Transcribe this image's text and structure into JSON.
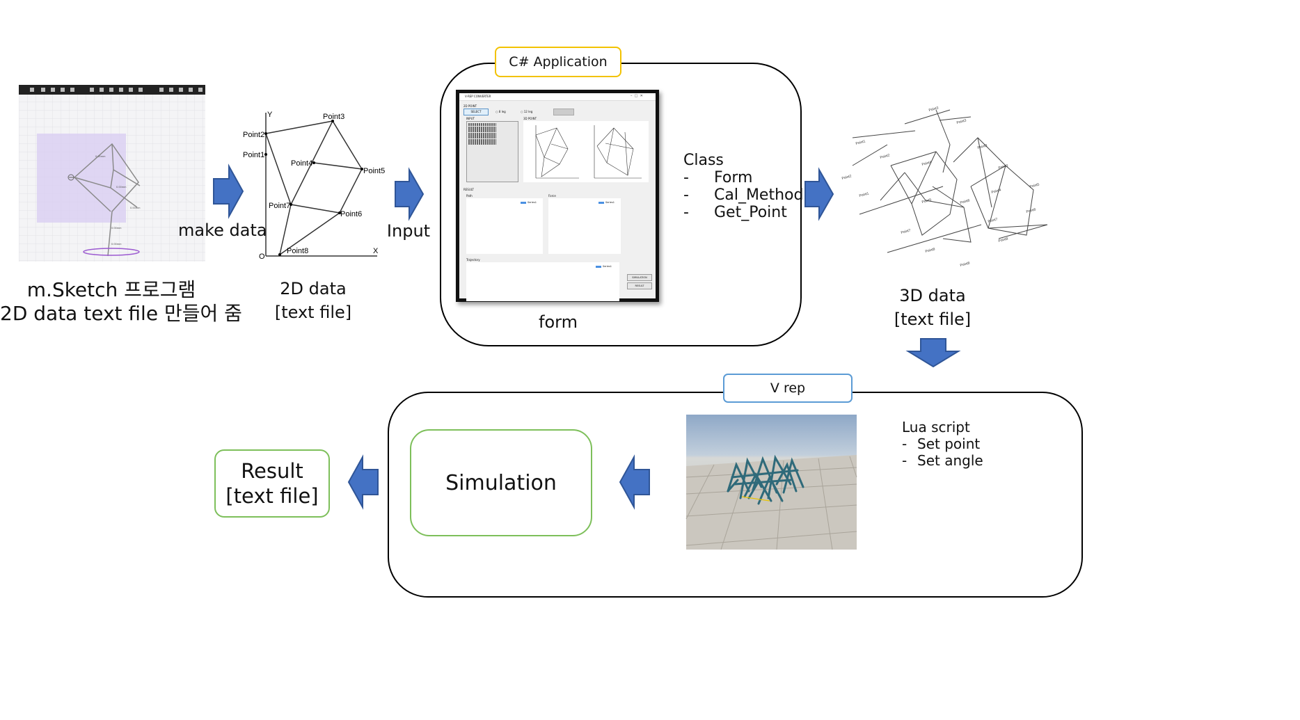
{
  "sketch_label": [
    "m.Sketch 프로그램",
    "2D data text file 만들어 줌"
  ],
  "make_data": "make data",
  "twod": {
    "label": [
      "2D data",
      "[text file]"
    ],
    "axis_y": "Y",
    "axis_x": "X",
    "origin": "O",
    "points": [
      "Point1",
      "Point2",
      "Point3",
      "Point4",
      "Point5",
      "Point6",
      "Point7",
      "Point8"
    ]
  },
  "input_label": "Input",
  "csharp": {
    "tag": "C# Application",
    "form_label": "form",
    "window_title": "V-REP CONVERTER",
    "panel_2d": "2D POINT",
    "select_btn": "SELECT",
    "radio1": "8 leg",
    "radio2": "12 leg",
    "input_label": "INPUT",
    "panel_3d": "3D POINT",
    "result_label": "RESULT",
    "path_label": "Path",
    "force_label": "Force",
    "trajectory_label": "Trajectory",
    "series": "Series1",
    "sim_btn": "SIMULATION",
    "result_btn": "RESULT",
    "class_title": "Class",
    "class_items": [
      "Form",
      "Cal_Method",
      "Get_Point"
    ]
  },
  "threed": {
    "label": [
      "3D data",
      "[text file]"
    ]
  },
  "vrep": {
    "tag": "V rep",
    "lua_title": "Lua script",
    "lua_items": [
      "Set point",
      "Set angle"
    ]
  },
  "simulation": "Simulation",
  "result": [
    "Result",
    "[text file]"
  ],
  "colors": {
    "arrow": "#4472c4",
    "arrow_dark": "#2f5597",
    "green": "#7dbf5a",
    "gold": "#f2c200",
    "blue_border": "#5b9bd5"
  }
}
